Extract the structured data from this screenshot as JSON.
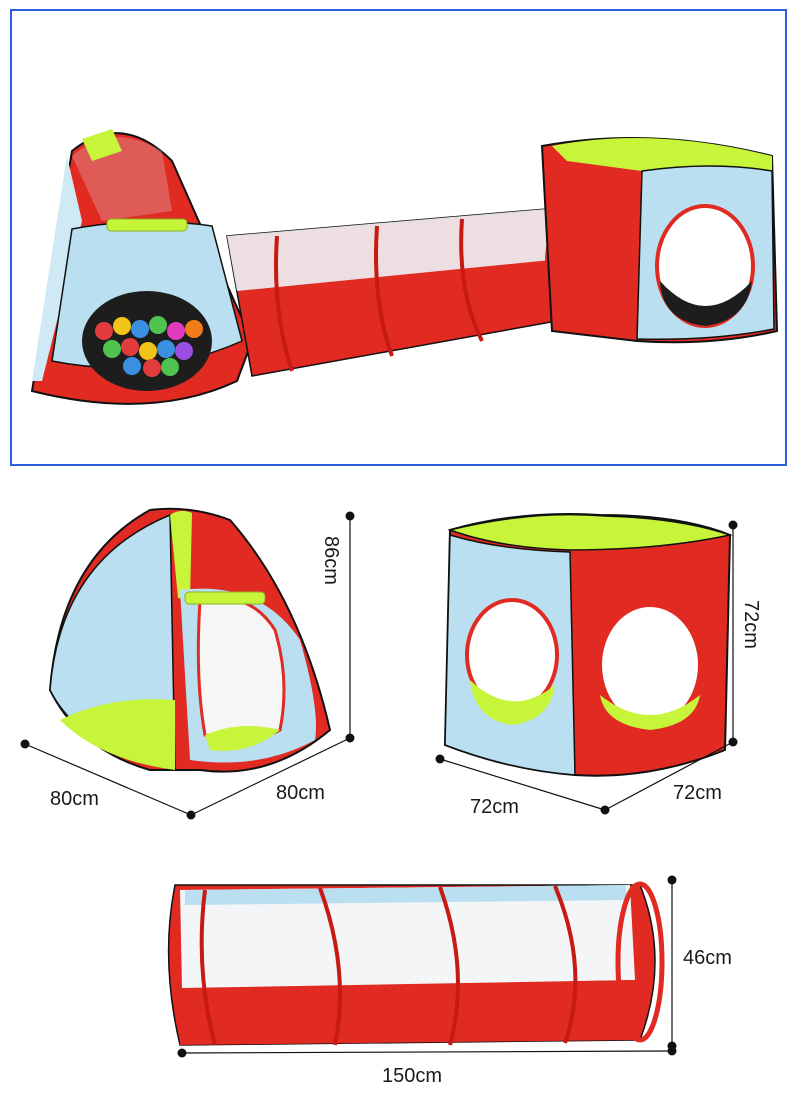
{
  "pyramid_tent": {
    "height": "86cm",
    "width_left": "80cm",
    "width_right": "80cm"
  },
  "cube_tent": {
    "height": "72cm",
    "width_left": "72cm",
    "width_right": "72cm"
  },
  "tunnel": {
    "height": "46cm",
    "length": "150cm"
  },
  "colors": {
    "red": "#e02a22",
    "lime": "#c6f53a",
    "blue": "#b9dff0",
    "mesh": "#eef3f6",
    "frame": "#2c5fe0"
  }
}
